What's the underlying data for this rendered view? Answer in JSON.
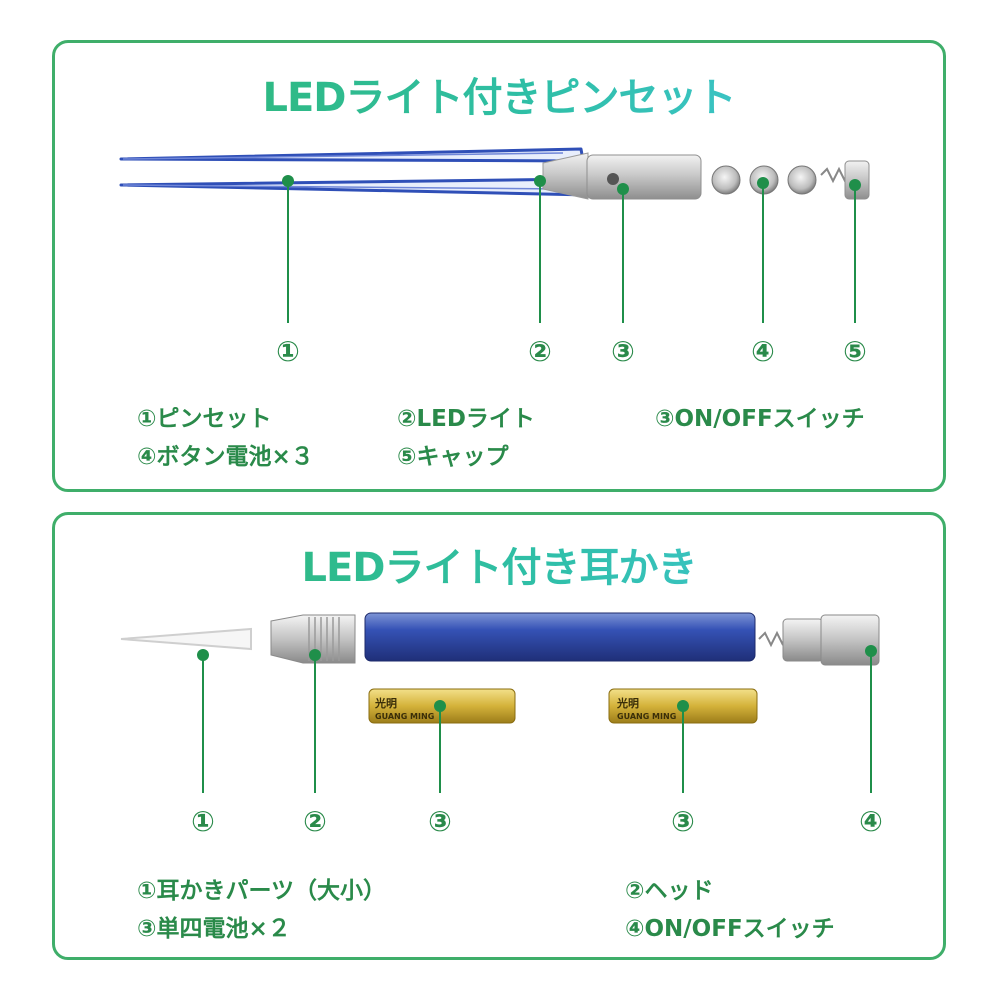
{
  "colors": {
    "accent": "#3fae6a",
    "label_green": "#2a8a4a",
    "leader_green": "#1f8f4a"
  },
  "top": {
    "title": "LEDライト付きピンセット",
    "numbers": [
      "①",
      "②",
      "③",
      "④",
      "⑤"
    ],
    "legend": [
      "①ピンセット",
      "②LEDライト",
      "③ON/OFFスイッチ",
      "④ボタン電池×３",
      "⑤キャップ"
    ]
  },
  "bottom": {
    "title": "LEDライト付き耳かき",
    "numbers": [
      "①",
      "②",
      "③",
      "③",
      "④"
    ],
    "battery_text": [
      "光明",
      "GUANG MING",
      "光明",
      "GUANG MING"
    ],
    "legend": [
      "①耳かきパーツ（大小）",
      "②ヘッド",
      "③単四電池×２",
      "④ON/OFFスイッチ"
    ]
  }
}
